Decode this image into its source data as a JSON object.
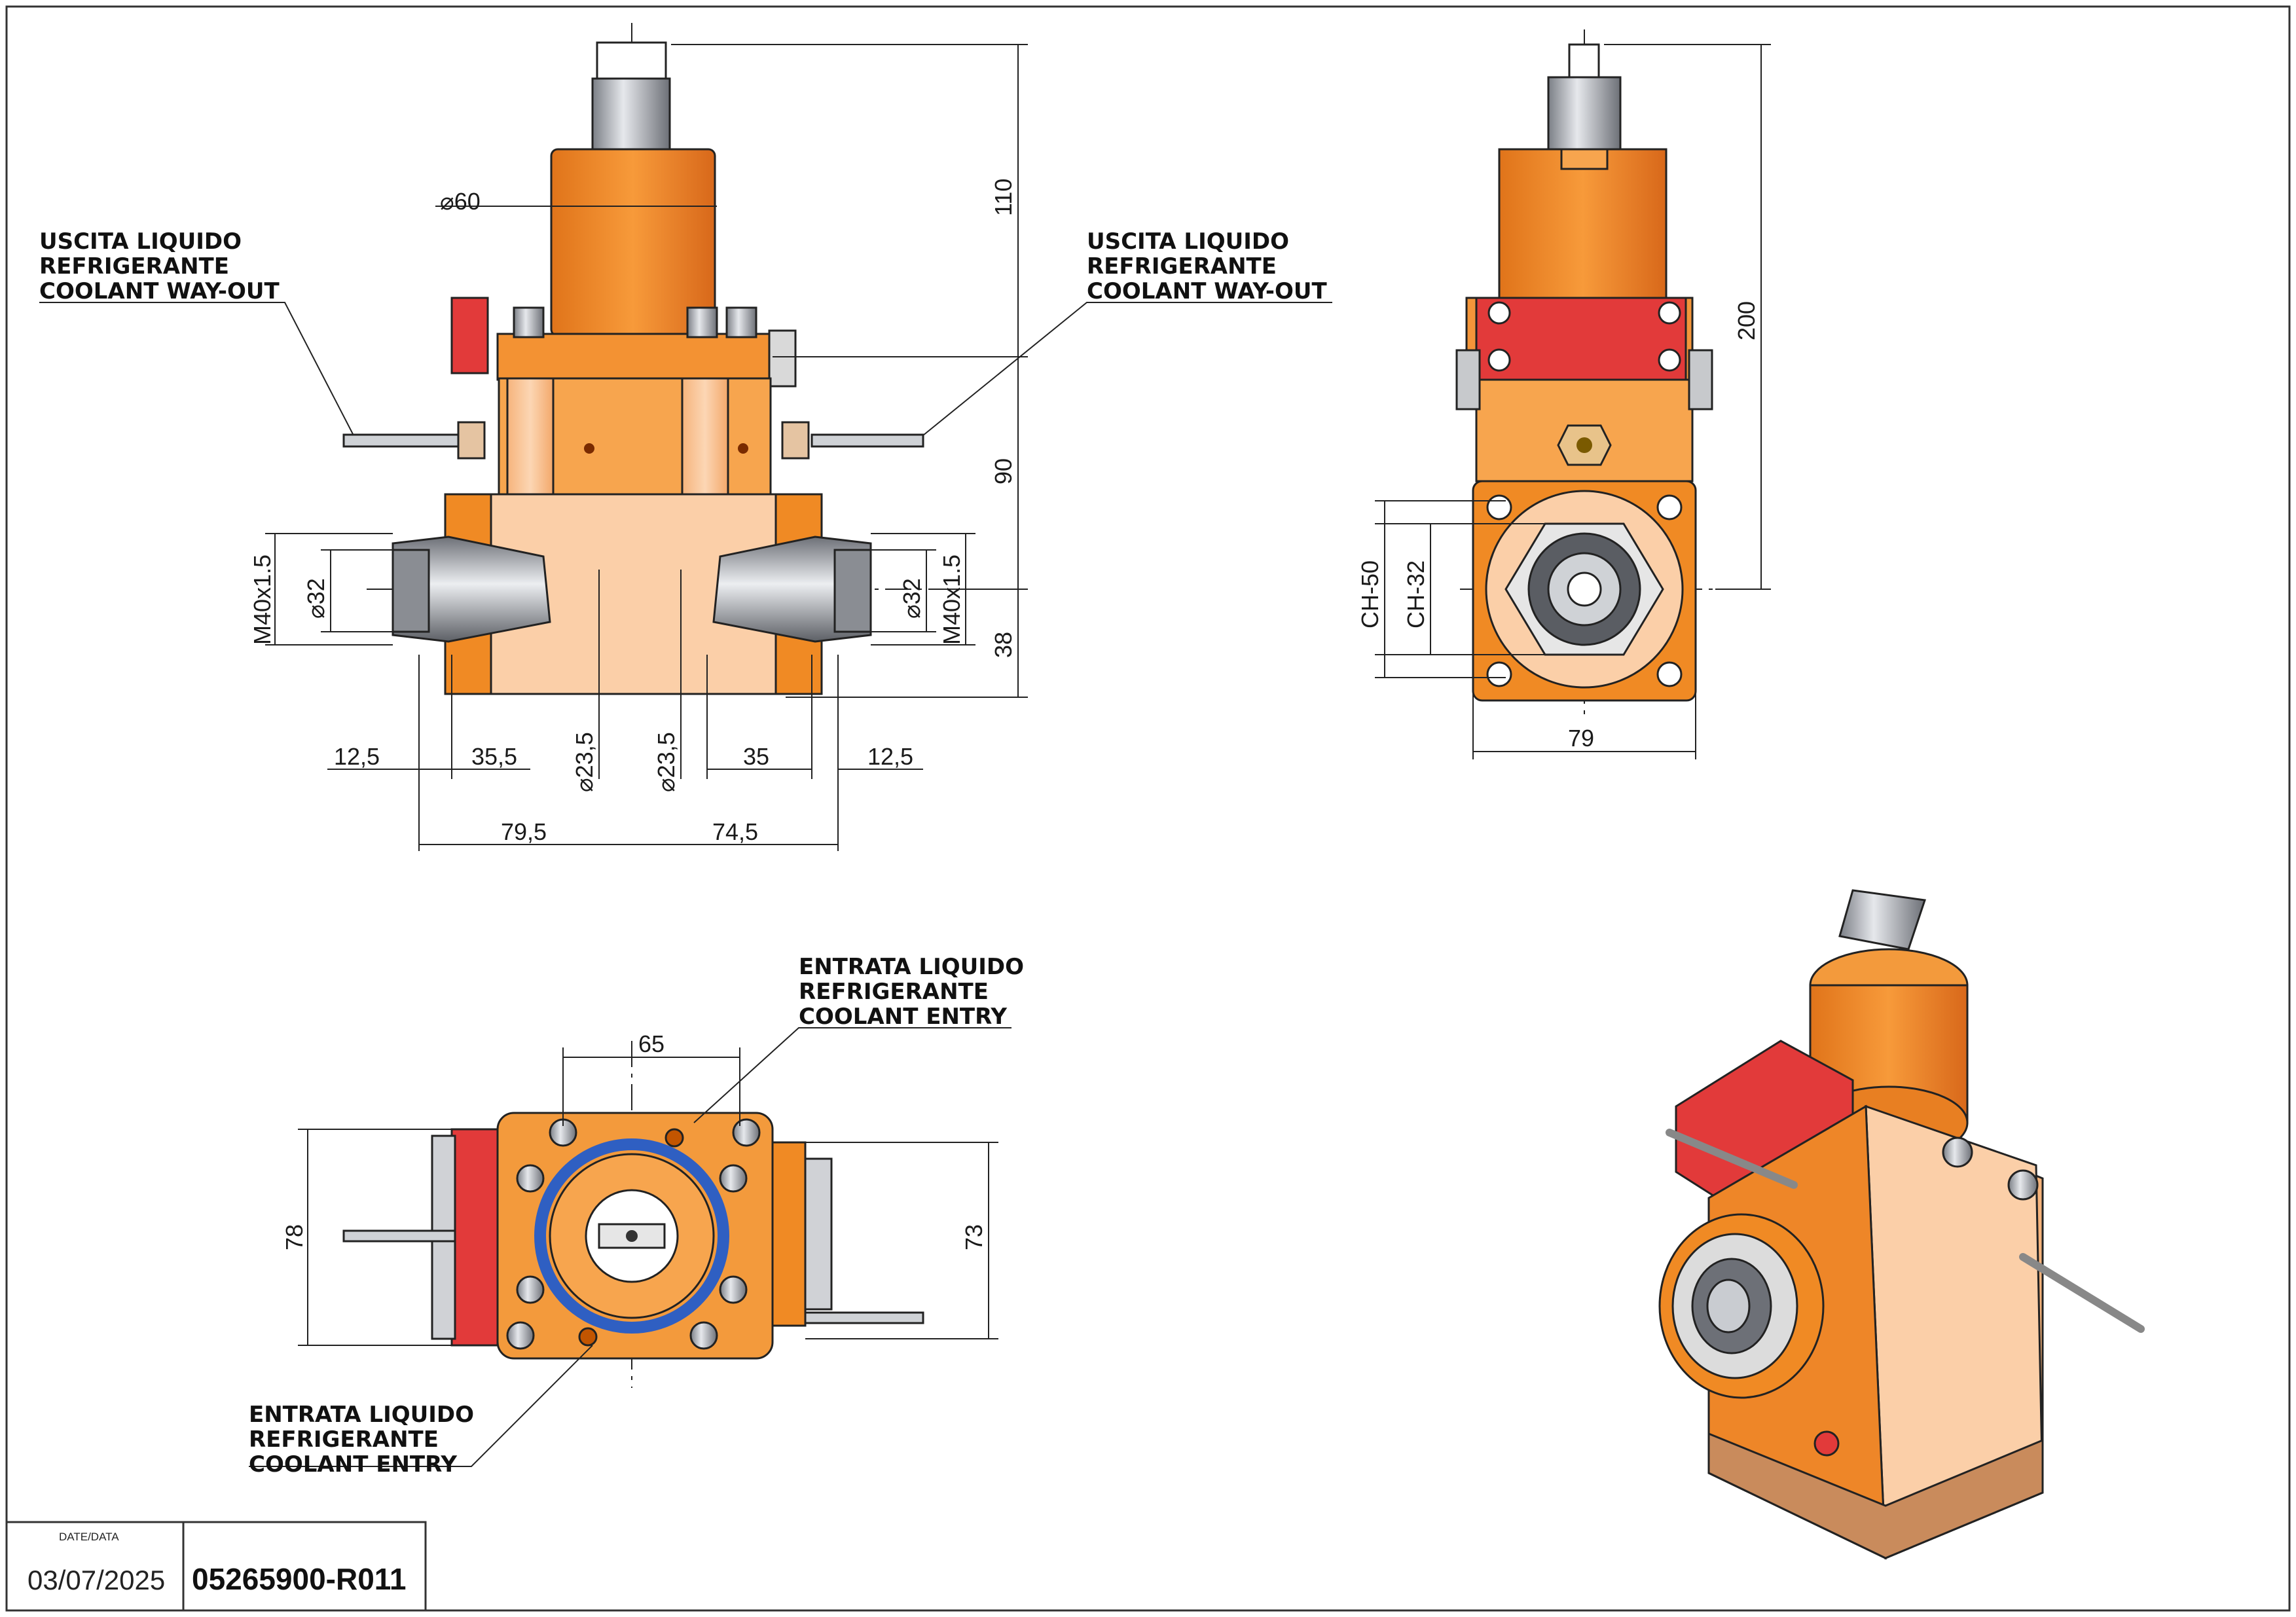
{
  "callouts": {
    "coolant_out_left": [
      "USCITA LIQUIDO",
      "REFRIGERANTE",
      "COOLANT WAY-OUT"
    ],
    "coolant_out_right": [
      "USCITA LIQUIDO",
      "REFRIGERANTE",
      "COOLANT WAY-OUT"
    ],
    "coolant_entry_top": [
      "ENTRATA LIQUIDO",
      "REFRIGERANTE",
      "COOLANT ENTRY"
    ],
    "coolant_entry_bottom": [
      "ENTRATA LIQUIDO",
      "REFRIGERANTE",
      "COOLANT ENTRY"
    ]
  },
  "front_view": {
    "dia_60": "60",
    "h_110": "110",
    "h_90": "90",
    "h_38": "38",
    "m40_left": "M40x1.5",
    "m40_right": "M40x1.5",
    "d32_left": "32",
    "d32_right": "32",
    "d23_left": "23,5",
    "d23_right": "23,5",
    "w_12_5_left": "12,5",
    "w_35_5": "35,5",
    "w_35": "35",
    "w_12_5_right": "12,5",
    "w_79_5": "79,5",
    "w_74_5": "74,5",
    "dia_symbol": "⌀"
  },
  "side_view": {
    "h_200": "200",
    "ch50": "CH-50",
    "ch32": "CH-32",
    "w_79": "79"
  },
  "top_view": {
    "w_65": "65",
    "h_78": "78",
    "h_73": "73"
  },
  "title_block": {
    "date_label": "DATE/DATA",
    "date": "03/07/2025",
    "code": "05265900-R011"
  },
  "colors": {
    "orange": "#f08a24",
    "light_orange": "#f8c08a",
    "peach": "#fbc9a0",
    "red": "#e23a3a",
    "steel": "#b9bcc2",
    "blue_oring": "#2f5fc2"
  }
}
